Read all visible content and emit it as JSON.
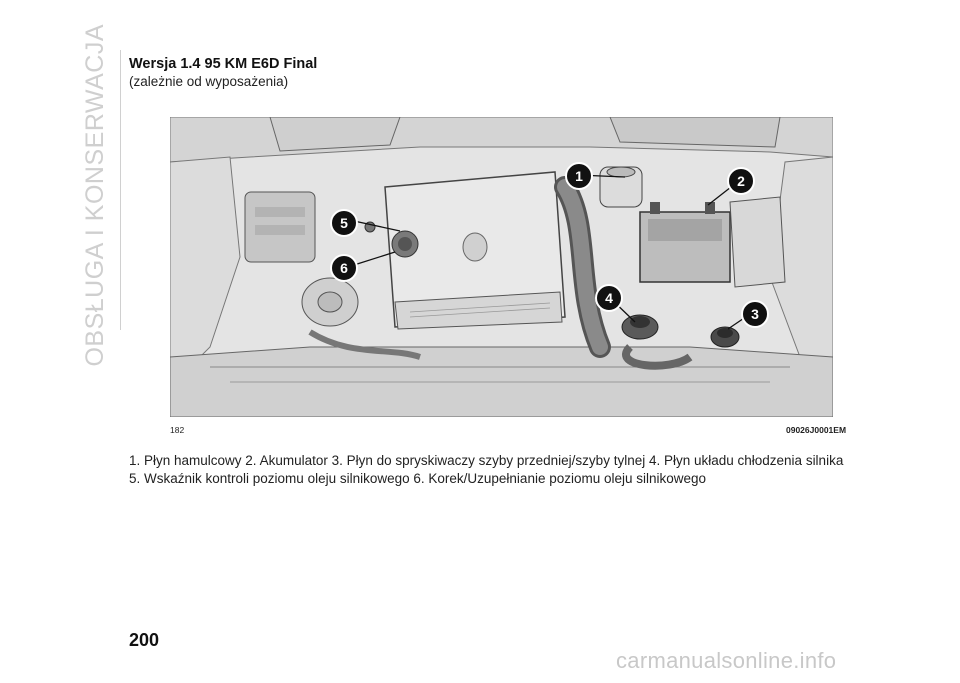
{
  "side_tab": "OBSŁUGA I KONSERWACJA",
  "title": "Wersja 1.4 95 KM E6D Final",
  "subtitle": "(zależnie od wyposażenia)",
  "figure": {
    "number": "182",
    "code": "09026J0001EM",
    "callouts": [
      "1",
      "2",
      "3",
      "4",
      "5",
      "6"
    ]
  },
  "caption": "1. Płyn hamulcowy 2. Akumulator 3. Płyn do spryskiwaczy szyby przedniej/szyby tylnej 4. Płyn układu chłodzenia silnika 5. Wskaźnik kontroli poziomu oleju silnikowego 6. Korek/Uzupełnianie poziomu oleju silnikowego",
  "page_number": "200",
  "watermark": "carmanualsonline.info"
}
